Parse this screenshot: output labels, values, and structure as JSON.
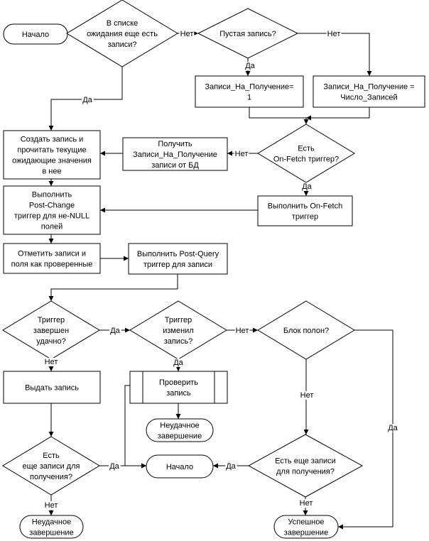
{
  "nodes": {
    "start1": [
      "Начало"
    ],
    "d_waiting": [
      "В списке",
      "ожидания еще есть",
      "записи?"
    ],
    "d_empty": [
      "Пустая запись?"
    ],
    "b_records1": [
      "Записи_На_Получение=",
      "1"
    ],
    "b_records_count": [
      "Записи_На_Получение =",
      "Число_Записей"
    ],
    "d_onfetch": [
      "Есть",
      "On-Fetch триггер?"
    ],
    "b_get_db": [
      "Получить",
      "Записи_На_Получение",
      "записи от БД"
    ],
    "b_create": [
      "Создать запись и",
      "прочитать текущие",
      "ожидающие значения",
      "в нее"
    ],
    "b_exec_onfetch": [
      "Выполнить On-Fetch",
      "триггер"
    ],
    "b_postchange": [
      "Выполнить",
      "Post-Change",
      "триггер для не-NULL",
      "полей"
    ],
    "b_mark": [
      "Отметить записи и",
      "поля как проверенные"
    ],
    "b_postquery": [
      "Выполнить Post-Query",
      "триггер для записи"
    ],
    "d_trigger_ok": [
      "Триггер",
      "завершен",
      "удачно?"
    ],
    "d_trigger_changed": [
      "Триггер",
      "изменил",
      "запись?"
    ],
    "d_block_full": [
      "Блок полон?"
    ],
    "b_issue": [
      "Выдать запись"
    ],
    "b_check": [
      "Проверить",
      "запись"
    ],
    "t_fail1": [
      "Неудачное",
      "завершение"
    ],
    "d_more1": [
      "Есть",
      "еще записи для",
      "получения?"
    ],
    "start2": [
      "Начало"
    ],
    "d_more2": [
      "Есть еще записи",
      "для получения?"
    ],
    "t_fail2": [
      "Неудачное",
      "завершение"
    ],
    "t_success": [
      "Успешное",
      "завершение"
    ]
  },
  "edge_labels": {
    "no": "Нет",
    "yes": "Да"
  }
}
